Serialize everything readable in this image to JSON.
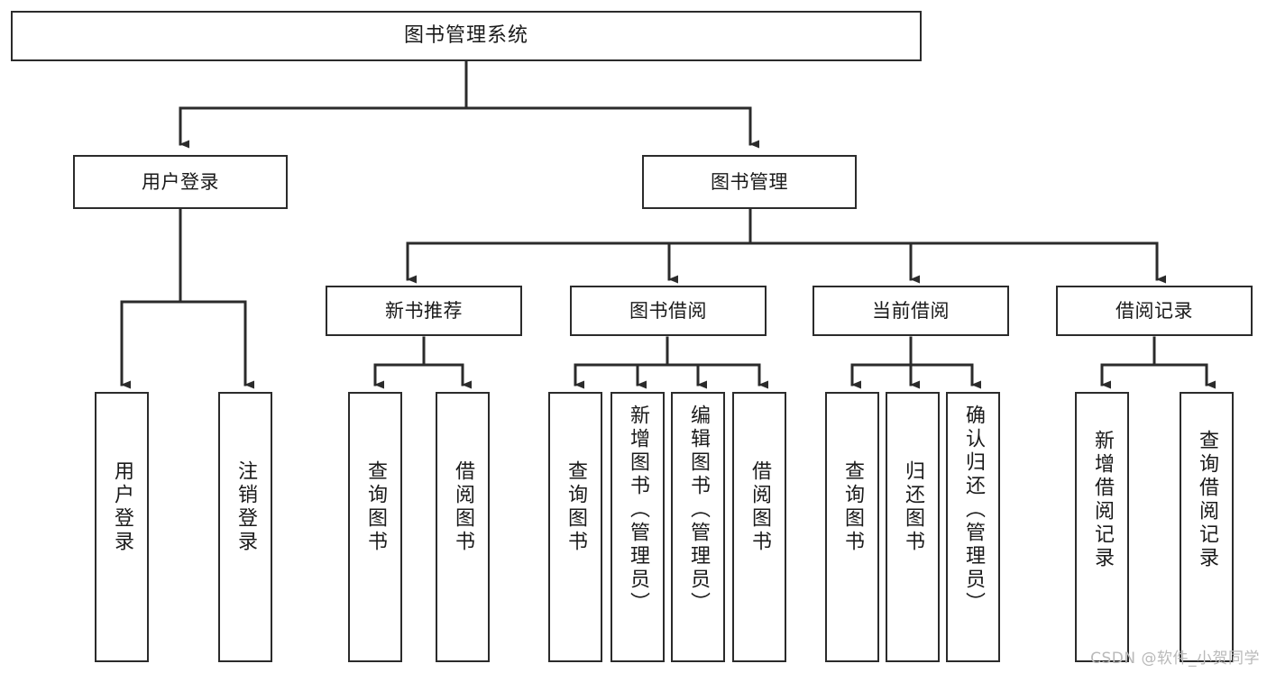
{
  "diagram": {
    "title": "图书管理系统",
    "watermark": "CSDN @软件_小贺同学",
    "line_color": "#2b2b2b",
    "background_color": "#ffffff",
    "text_color": "#1a1a1a",
    "watermark_color": "#b9b9b9",
    "nodes": {
      "root": "图书管理系统",
      "level2": {
        "user_login": "用户登录",
        "book_manage": "图书管理"
      },
      "level3": {
        "new_book_recommend": "新书推荐",
        "book_borrow": "图书借阅",
        "current_borrow": "当前借阅",
        "borrow_record": "借阅记录"
      },
      "leaves": {
        "user_login_1": "用户登录",
        "user_login_2": "注销登录",
        "recommend_1": "查询图书",
        "recommend_2": "借阅图书",
        "borrow_1": "查询图书",
        "borrow_2": "新增图书（管理员）",
        "borrow_3": "编辑图书（管理员）",
        "borrow_4": "借阅图书",
        "current_1": "查询图书",
        "current_2": "归还图书",
        "current_3": "确认归还（管理员）",
        "record_1": "新增借阅记录",
        "record_2": "查询借阅记录"
      }
    }
  }
}
